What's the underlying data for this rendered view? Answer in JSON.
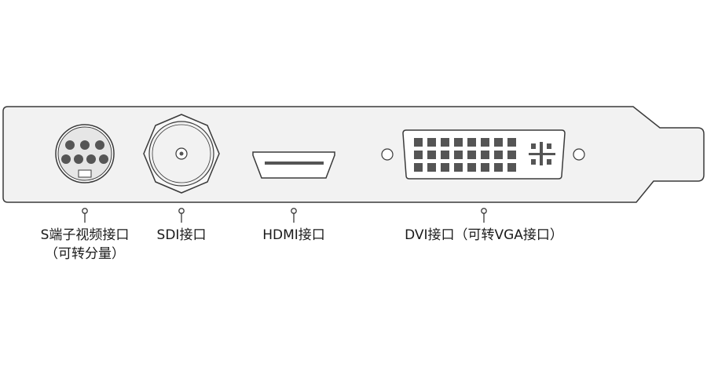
{
  "ports": [
    {
      "id": "svideo",
      "lines": [
        "S端子视频接口",
        "（可转分量）"
      ]
    },
    {
      "id": "sdi",
      "lines": [
        "SDI接口"
      ]
    },
    {
      "id": "hdmi",
      "lines": [
        "HDMI接口"
      ]
    },
    {
      "id": "dvi",
      "lines": [
        "DVI接口（可转VGA接口）"
      ]
    }
  ],
  "colors": {
    "outline": "#3a3a3a",
    "plate_fill": "#f2f2f2",
    "pin_fill": "#555555",
    "text": "#1a1a1a"
  }
}
